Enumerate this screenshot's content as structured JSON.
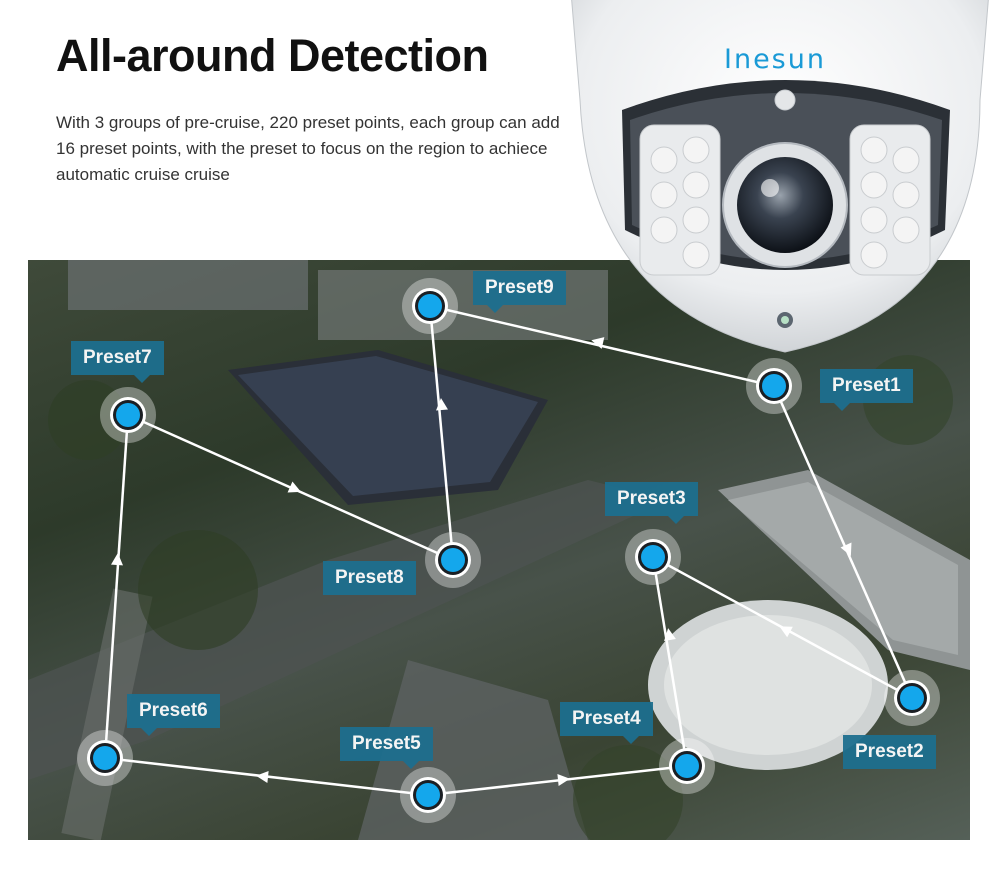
{
  "heading": {
    "title": "All-around Detection",
    "description": "With 3 groups of pre-cruise, 220 preset points, each group can add 16 preset points, with the preset to focus  on the region to achiece automatic cruise cruise"
  },
  "camera": {
    "brand": "Inesun"
  },
  "presets": [
    {
      "label": "Preset1"
    },
    {
      "label": "Preset2"
    },
    {
      "label": "Preset3"
    },
    {
      "label": "Preset4"
    },
    {
      "label": "Preset5"
    },
    {
      "label": "Preset6"
    },
    {
      "label": "Preset7"
    },
    {
      "label": "Preset8"
    },
    {
      "label": "Preset9"
    }
  ],
  "colors": {
    "label_bg": "#1d6f8f",
    "marker_fill": "#14a7ec",
    "brand": "#1a9ad6",
    "route_line": "#ffffff"
  }
}
